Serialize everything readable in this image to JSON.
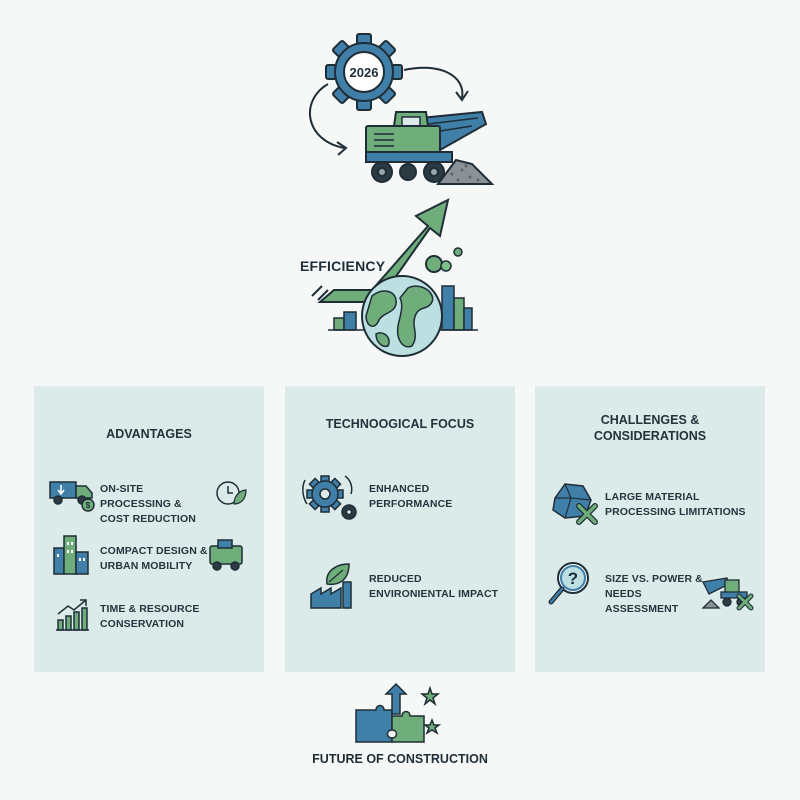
{
  "hero": {
    "year_badge": "2026",
    "efficiency_label": "EFFICIENCY",
    "icons": [
      "gear-icon",
      "cycle-arrows-icon",
      "mobile-crusher-icon",
      "growth-arrow-icon",
      "globe-icon",
      "city-skyline-icon"
    ]
  },
  "panels": [
    {
      "title": "ADVANTAGES",
      "items": [
        {
          "line1": "ON-SITE PROCESSING &",
          "line2": "COST REDUCTION",
          "icon": "truck-dollar-icon"
        },
        {
          "line1": "COMPACT DESIGN &",
          "line2": "URBAN MOBILITY",
          "icon": "compact-machine-icon"
        },
        {
          "line1": "TIME & RESOURCE",
          "line2": "CONSERVATION",
          "icon": "growth-chart-icon"
        }
      ]
    },
    {
      "title": "TECHNOOGICAL FOCUS",
      "items": [
        {
          "line1": "ENHANCED",
          "line2": "PERFORMANCE",
          "icon": "gears-icon"
        },
        {
          "line1": "REDUCED",
          "line2": "ENVIRONIENTAL IMPACT",
          "icon": "eco-factory-icon"
        }
      ]
    },
    {
      "title_line1": "CHALLENGES &",
      "title_line2": "CONSIDERATIONS",
      "items": [
        {
          "line1": "LARGE MATERIAL",
          "line2": "PROCESSING LIMITATIONS",
          "icon": "rock-x-icon"
        },
        {
          "line1": "SIZE VS. POWER &",
          "line2": "NEEDS ASSESSMENT",
          "icon": "magnifier-question-icon"
        }
      ]
    }
  ],
  "footer": {
    "label": "FUTURE OF CONSTRUCTION",
    "icon": "puzzle-stars-icon"
  },
  "colors": {
    "green": "#6fae7a",
    "blue": "#3f7fa8",
    "dark": "#1f2d36",
    "panel_bg": "#dcebea"
  }
}
